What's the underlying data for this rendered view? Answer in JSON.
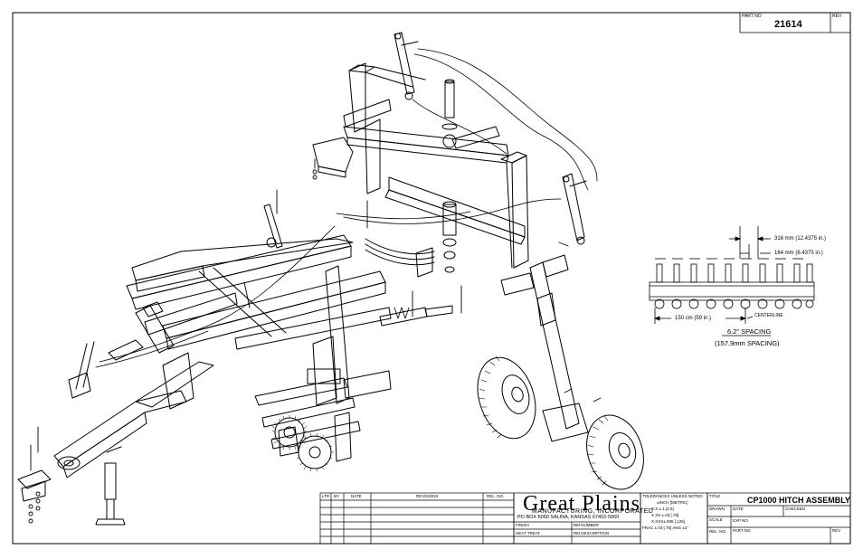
{
  "title_block": {
    "part_no_label": "PART NO",
    "part_no": "21614",
    "rev_label": "REV",
    "revision_headers": [
      "LTR",
      "BY",
      "DATE",
      "REVISIONS",
      "REL. NO."
    ],
    "company_name": "Great Plains",
    "company_sub": "MANUFACTURING, INCORPORATED",
    "company_address": "PO BOX 5060   SALINA, KANSAS 67402-5060",
    "finish_label": "FINISH",
    "rm_number_label": "RM NUMBER",
    "heat_treat_label": "HEAT TREAT",
    "rm_description_label": "RM DESCRIPTION",
    "tolerances": [
      "TOLERANCES UNLESS NOTED",
      "±INCH [METRIC]",
      "X.X  ±.1 [2.5]",
      "X.XX  ±.03 [.75]",
      "X.XXX±.005 [.125]",
      "FRAC  ±.03 [.75]   ANG  ±2°"
    ],
    "title_label": "TITLE",
    "title": "CP1000 HITCH ASSEMBLY",
    "drawn_label": "DRAWN",
    "date_label": "DATE",
    "checked_label": "CHECKED",
    "scale_label": "SCALE",
    "exp_no_label": "EXP NO",
    "rel_no_label": "REL. NO.",
    "part_no_label_2": "PART NO",
    "rev_label_2": "REV"
  },
  "spacing_detail": {
    "dim_316": "316 mm (12.4375 in.)",
    "dim_164": "164 mm (6.4375 in.)",
    "dim_150": "150 cm (59 in.)",
    "centerline": "CENTERLINE",
    "spacing_title": "6.2\" SPACING",
    "spacing_metric": "(157.9mm SPACING)"
  }
}
